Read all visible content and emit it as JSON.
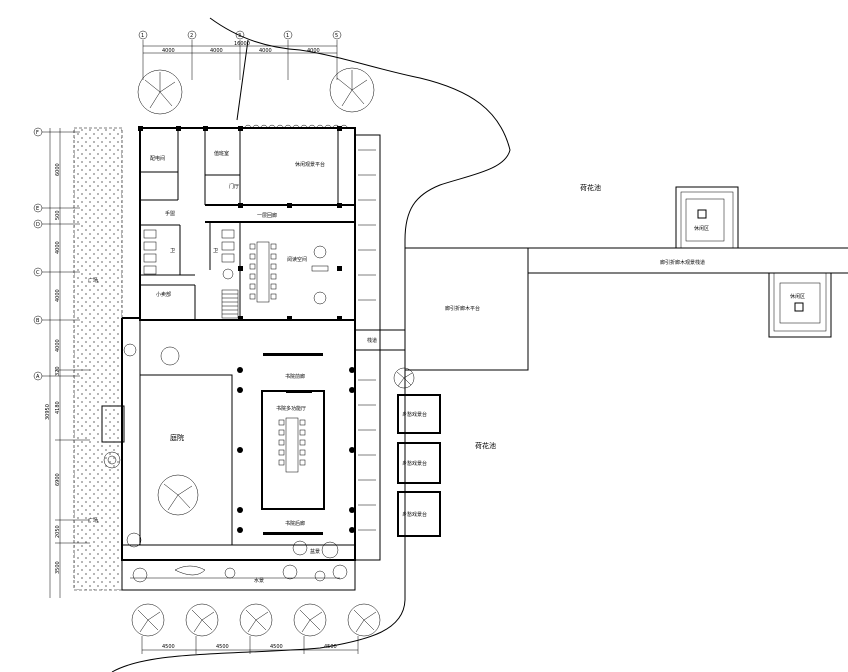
{
  "title": "Floor plan - book house with lotus pond",
  "axes_top": {
    "labels": [
      "1",
      "2",
      "3",
      "1",
      "5"
    ],
    "total": "16000",
    "spans": [
      "4000",
      "4000",
      "4000",
      "4000"
    ]
  },
  "axes_left": {
    "labels": [
      "F",
      "E",
      "D",
      "C",
      "B",
      "A"
    ],
    "spans": [
      "6000",
      "500",
      "4000",
      "4000",
      "4000",
      "320",
      "4180",
      "6900",
      "2050",
      "3500"
    ],
    "total": "30950"
  },
  "axes_bottom": {
    "spans": [
      "4500",
      "4500",
      "4500",
      "4500"
    ]
  },
  "rooms": {
    "power_room": "配电间",
    "duty_room": "值班室",
    "viewing_platform": "休闲观景平台",
    "lobby": "门厅",
    "corridor_1f": "一层回廊",
    "reading_space": "阅读空间",
    "shop": "小卖部",
    "courtyard": "庭院",
    "hall": "书院多功能厅",
    "front_porch": "书院前廊",
    "back_porch": "书院后廊",
    "toilet": "卫",
    "wash": "手盥",
    "plaza": "广场",
    "bonsai": "盆景",
    "water": "水景",
    "walkway": "栈道"
  },
  "site": {
    "lotus_pond_north": "荷花池",
    "lotus_pond_south": "荷花池",
    "rest_area_1": "休闲区",
    "rest_area_2": "休闲区",
    "boardwalk": "廊引折廊木观景栈道",
    "platform": "廊引折廊木平台",
    "stage_1": "乡愁戏景台",
    "stage_2": "乡愁戏景台",
    "stage_3": "乡愁戏景台"
  }
}
